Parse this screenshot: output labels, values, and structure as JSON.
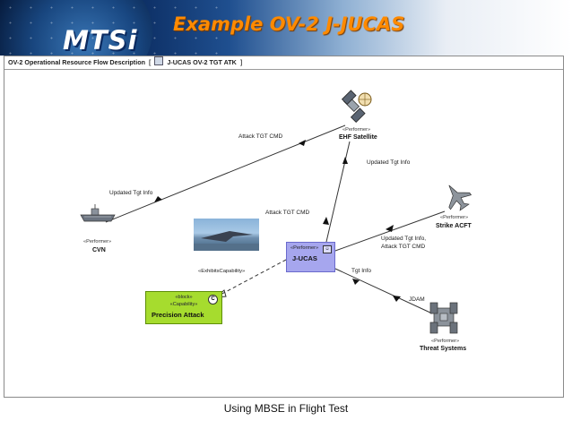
{
  "slide": {
    "title": "Example OV-2 J-JUCAS",
    "logo_text": "MTSi",
    "footer": "Using MBSE in Flight Test"
  },
  "diagram": {
    "tab_label": "OV-2 Operational Resource Flow Description",
    "tab_bracket_open": "[",
    "tab_bracket_close": "]",
    "tab_sub": "J-UCAS OV-2 TGT ATK",
    "performers": {
      "ehf": {
        "stereotype": "«Performer»",
        "name": "EHF Satellite"
      },
      "cvn": {
        "stereotype": "«Performer»",
        "name": "CVN"
      },
      "strike": {
        "stereotype": "«Performer»",
        "name": "Strike ACFT"
      },
      "jucas": {
        "stereotype": "«Performer»",
        "name": "J-UCAS"
      },
      "threat": {
        "stereotype": "«Performer»",
        "name": "Threat Systems"
      }
    },
    "capability": {
      "stereotype1": "«block»",
      "stereotype2": "«Capability»",
      "name": "Precision Attack",
      "icon_letter": "C"
    },
    "flows": {
      "attack_tgt_cmd_top": "Attack TGT CMD",
      "updated_tgt_info_left": "Updated Tgt Info",
      "updated_tgt_info_right": "Updated Tgt Info",
      "attack_tgt_cmd_mid": "Attack TGT CMD",
      "strike_line1": "Updated Tgt Info,",
      "strike_line2": "Attack TGT CMD",
      "tgt_info": "Tgt Info",
      "jdam": "JDAM",
      "exhibits": "«ExhibitsCapability»"
    }
  }
}
